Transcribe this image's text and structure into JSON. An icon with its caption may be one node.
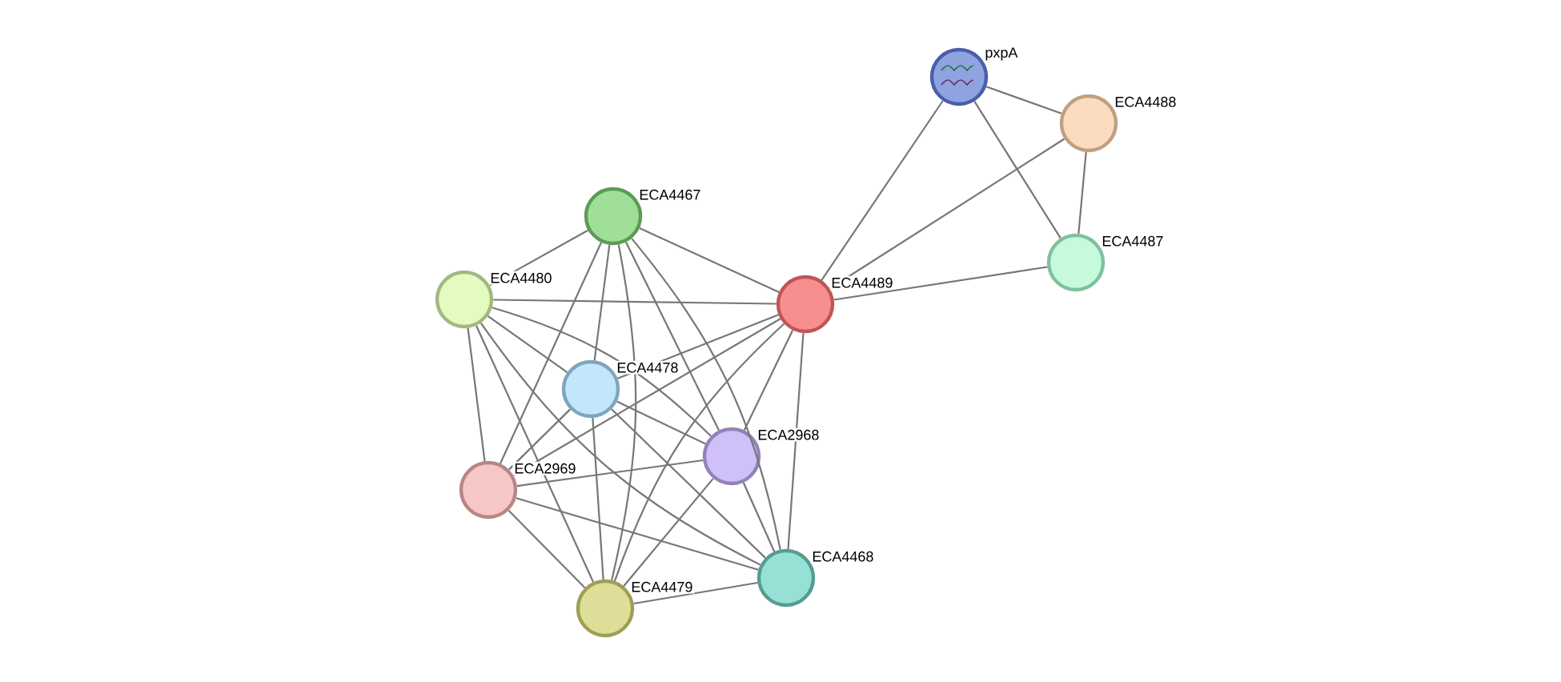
{
  "diagram": {
    "nodes": [
      {
        "text": [],
        "shape": "picture",
        "beside": [
          "pxpA"
        ]
      },
      {
        "text": [],
        "shape": "circle",
        "beside": [
          "ECA4488"
        ]
      },
      {
        "text": [],
        "shape": "circle",
        "beside": [
          "ECA4467"
        ]
      },
      {
        "text": [],
        "shape": "circle",
        "beside": [
          "ECA4480"
        ]
      },
      {
        "text": [],
        "shape": "circle",
        "beside": [
          "ECA4489"
        ]
      },
      {
        "text": [],
        "shape": "circle",
        "beside": [
          "ECA4487"
        ]
      },
      {
        "text": [],
        "shape": "circle",
        "beside": [
          "ECA4478"
        ]
      },
      {
        "text": [],
        "shape": "circle",
        "beside": [
          "ECA2968"
        ]
      },
      {
        "text": [],
        "shape": "circle",
        "beside": [
          "ECA2969"
        ]
      },
      {
        "text": [],
        "shape": "circle",
        "beside": [
          "ECA4468"
        ]
      },
      {
        "text": [],
        "shape": "circle",
        "beside": [
          "ECA4479"
        ]
      }
    ],
    "edges": [
      {
        "from": 0,
        "to": 1,
        "arrow": "none"
      },
      {
        "from": 0,
        "to": 5,
        "arrow": "none"
      },
      {
        "from": 0,
        "to": 4,
        "arrow": "none"
      },
      {
        "from": 1,
        "to": 5,
        "arrow": "none"
      },
      {
        "from": 1,
        "to": 4,
        "arrow": "none"
      },
      {
        "from": 4,
        "to": 5,
        "arrow": "none"
      },
      {
        "from": 2,
        "to": 3,
        "arrow": "none"
      },
      {
        "from": 2,
        "to": 4,
        "arrow": "none"
      },
      {
        "from": 2,
        "to": 6,
        "arrow": "none"
      },
      {
        "from": 2,
        "to": 7,
        "arrow": "none"
      },
      {
        "from": 2,
        "to": 8,
        "arrow": "none"
      },
      {
        "from": 2,
        "to": 9,
        "arrow": "none"
      },
      {
        "from": 2,
        "to": 10,
        "arrow": "none"
      },
      {
        "from": 3,
        "to": 4,
        "arrow": "none"
      },
      {
        "from": 3,
        "to": 6,
        "arrow": "none"
      },
      {
        "from": 3,
        "to": 7,
        "arrow": "none"
      },
      {
        "from": 3,
        "to": 8,
        "arrow": "none"
      },
      {
        "from": 3,
        "to": 9,
        "arrow": "none"
      },
      {
        "from": 3,
        "to": 10,
        "arrow": "none"
      },
      {
        "from": 4,
        "to": 6,
        "arrow": "none"
      },
      {
        "from": 4,
        "to": 7,
        "arrow": "none"
      },
      {
        "from": 4,
        "to": 8,
        "arrow": "none"
      },
      {
        "from": 4,
        "to": 9,
        "arrow": "none"
      },
      {
        "from": 4,
        "to": 10,
        "arrow": "none"
      },
      {
        "from": 6,
        "to": 7,
        "arrow": "none"
      },
      {
        "from": 6,
        "to": 8,
        "arrow": "none"
      },
      {
        "from": 6,
        "to": 9,
        "arrow": "none"
      },
      {
        "from": 6,
        "to": 10,
        "arrow": "none"
      },
      {
        "from": 7,
        "to": 8,
        "arrow": "none"
      },
      {
        "from": 7,
        "to": 9,
        "arrow": "none"
      },
      {
        "from": 7,
        "to": 10,
        "arrow": "none"
      },
      {
        "from": 8,
        "to": 9,
        "arrow": "none"
      },
      {
        "from": 8,
        "to": 10,
        "arrow": "none"
      },
      {
        "from": 9,
        "to": 10,
        "arrow": "none"
      }
    ]
  }
}
